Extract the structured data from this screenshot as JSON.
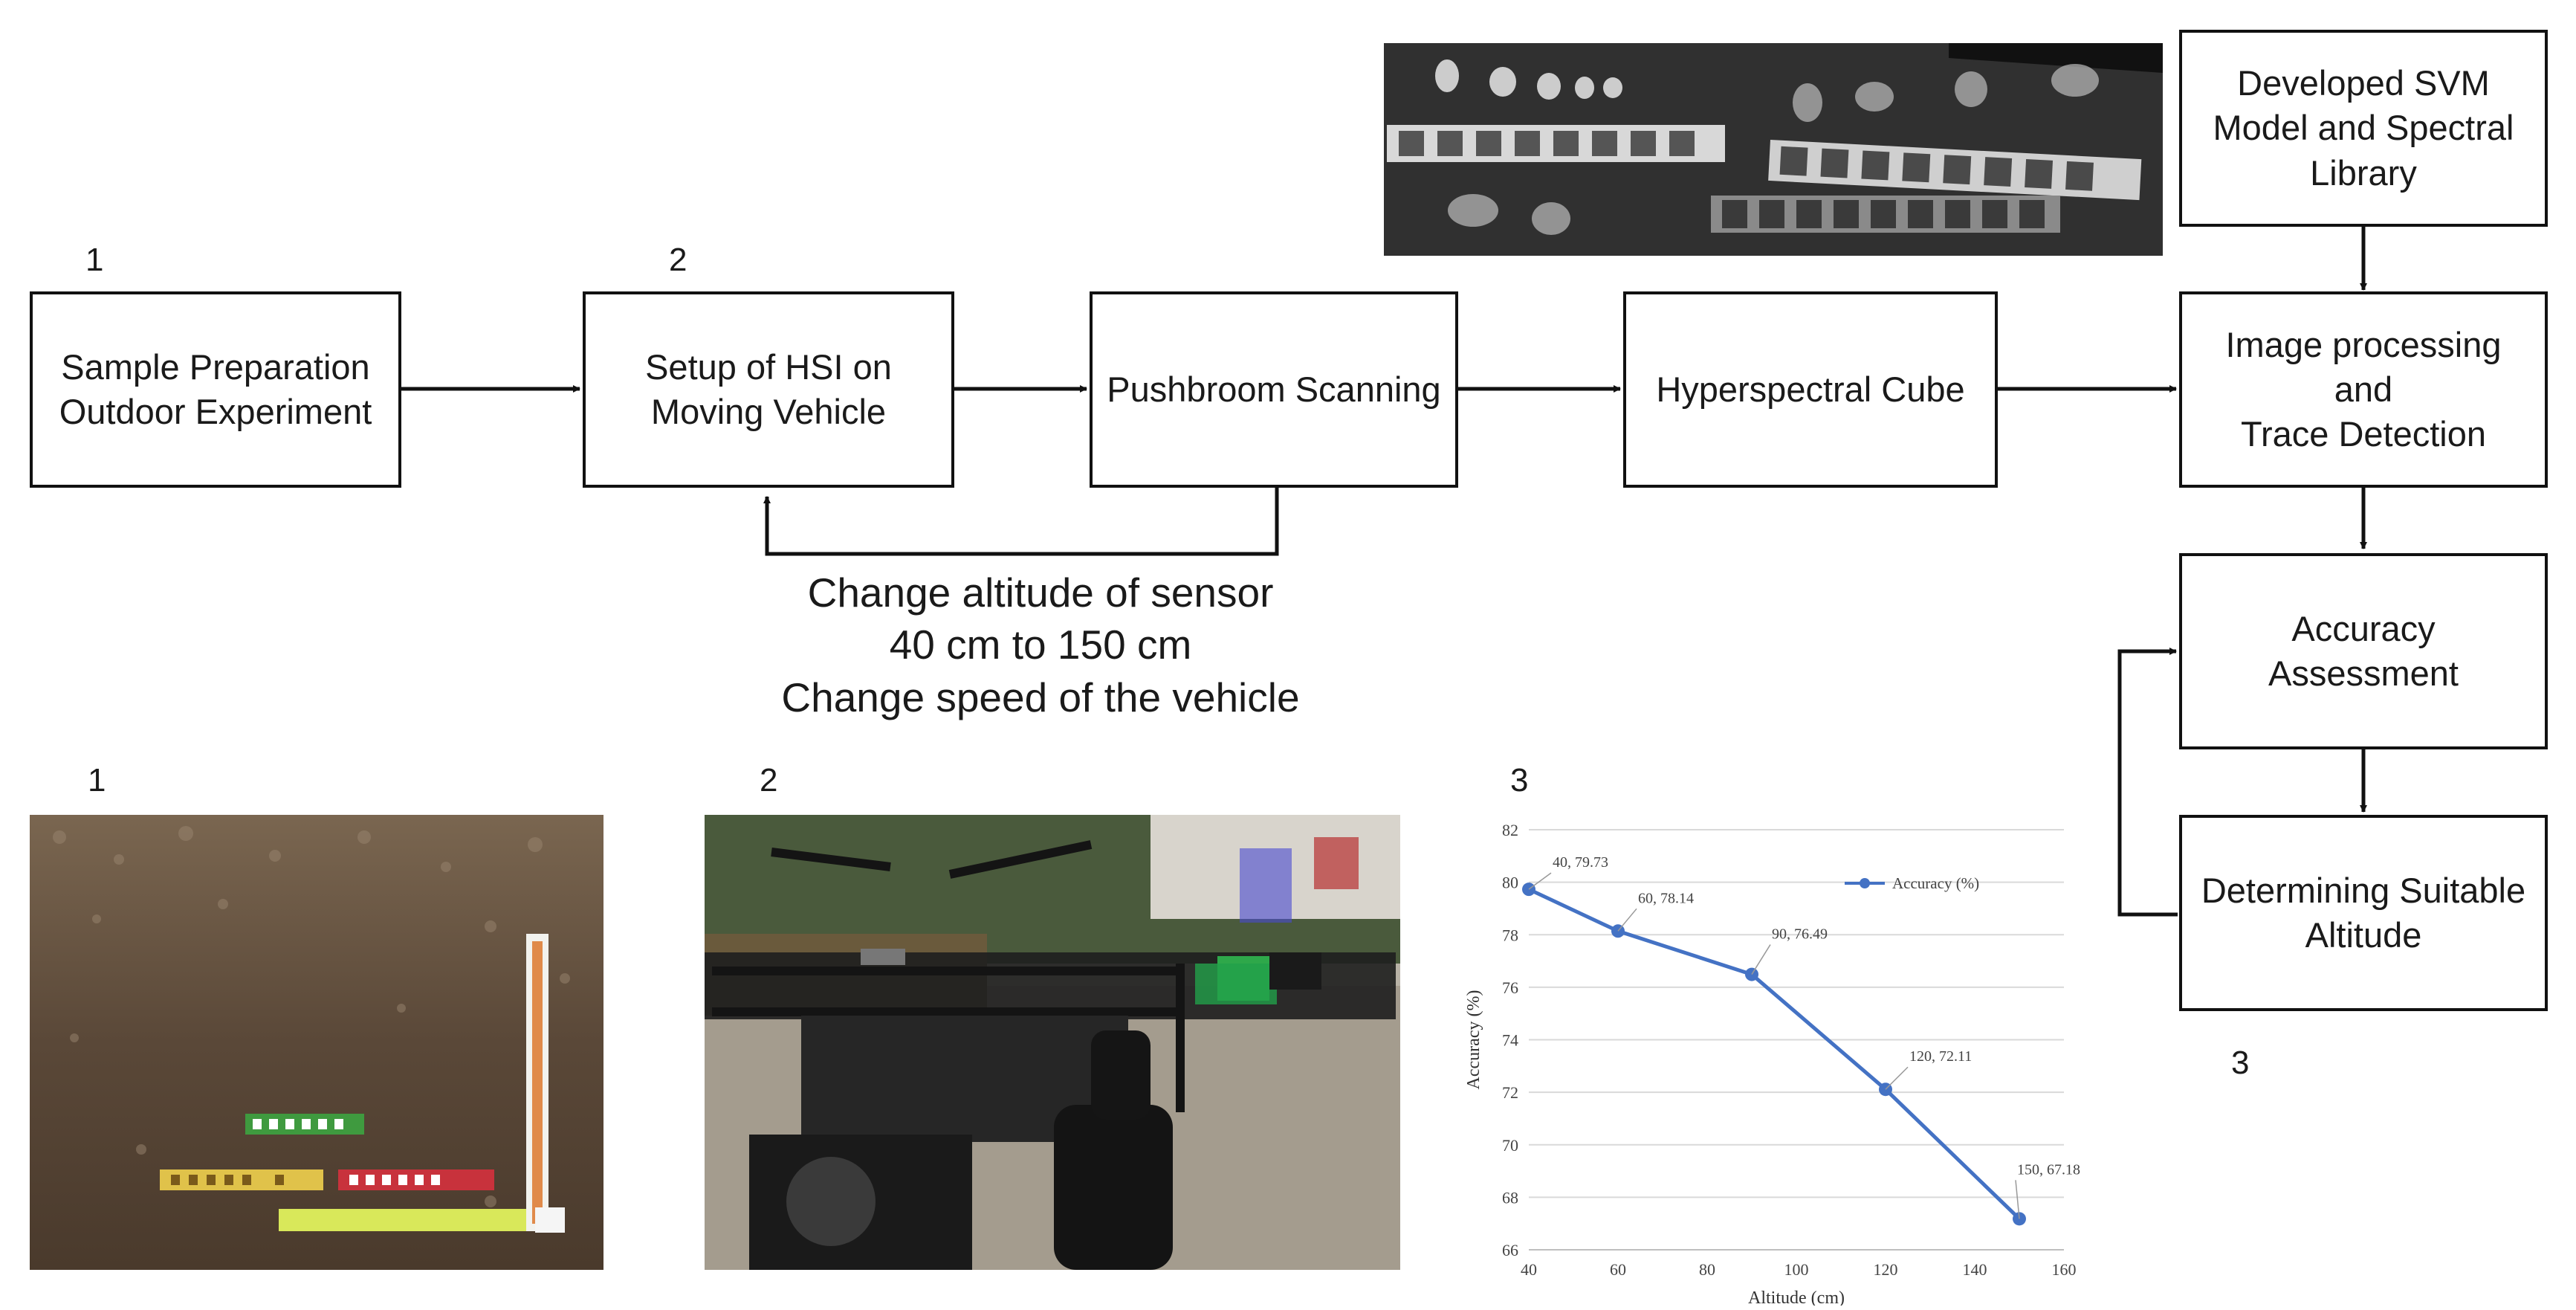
{
  "flow": {
    "steps": [
      {
        "id": "sample",
        "number": "1",
        "label": "Sample Preparation\nOutdoor Experiment"
      },
      {
        "id": "setup",
        "number": "2",
        "label": "Setup of HSI on\nMoving Vehicle"
      },
      {
        "id": "pushbroom",
        "label": "Pushbroom Scanning"
      },
      {
        "id": "cube",
        "label": "Hyperspectral Cube"
      },
      {
        "id": "svm",
        "label": "Developed SVM\nModel and Spectral\nLibrary"
      },
      {
        "id": "processing",
        "label": "Image processing\nand\nTrace Detection"
      },
      {
        "id": "accuracy",
        "label": "Accuracy\nAssessment"
      },
      {
        "id": "suitable",
        "label": "Determining Suitable\nAltitude"
      }
    ],
    "feedback_note": "Change altitude of sensor\n40 cm to 150 cm\nChange speed of the vehicle",
    "accuracy_block_number": "3"
  },
  "photos": {
    "numbers": [
      "1",
      "2",
      "3"
    ]
  },
  "chart_data": {
    "type": "line",
    "title": "",
    "xlabel": "Altitude (cm)",
    "ylabel": "Accuracy (%)",
    "xlim": [
      40,
      160
    ],
    "ylim": [
      66,
      82
    ],
    "xticks": [
      40,
      60,
      80,
      100,
      120,
      140,
      160
    ],
    "yticks": [
      66,
      68,
      70,
      72,
      74,
      76,
      78,
      80,
      82
    ],
    "legend_position": "top-right",
    "series": [
      {
        "name": "Accuracy (%)",
        "color": "#4472C4",
        "x": [
          40,
          60,
          90,
          120,
          150
        ],
        "y": [
          79.73,
          78.14,
          76.49,
          72.11,
          67.18
        ],
        "labels": [
          "40, 79.73",
          "60, 78.14",
          "90, 76.49",
          "120, 72.11",
          "150, 67.18"
        ]
      }
    ]
  }
}
